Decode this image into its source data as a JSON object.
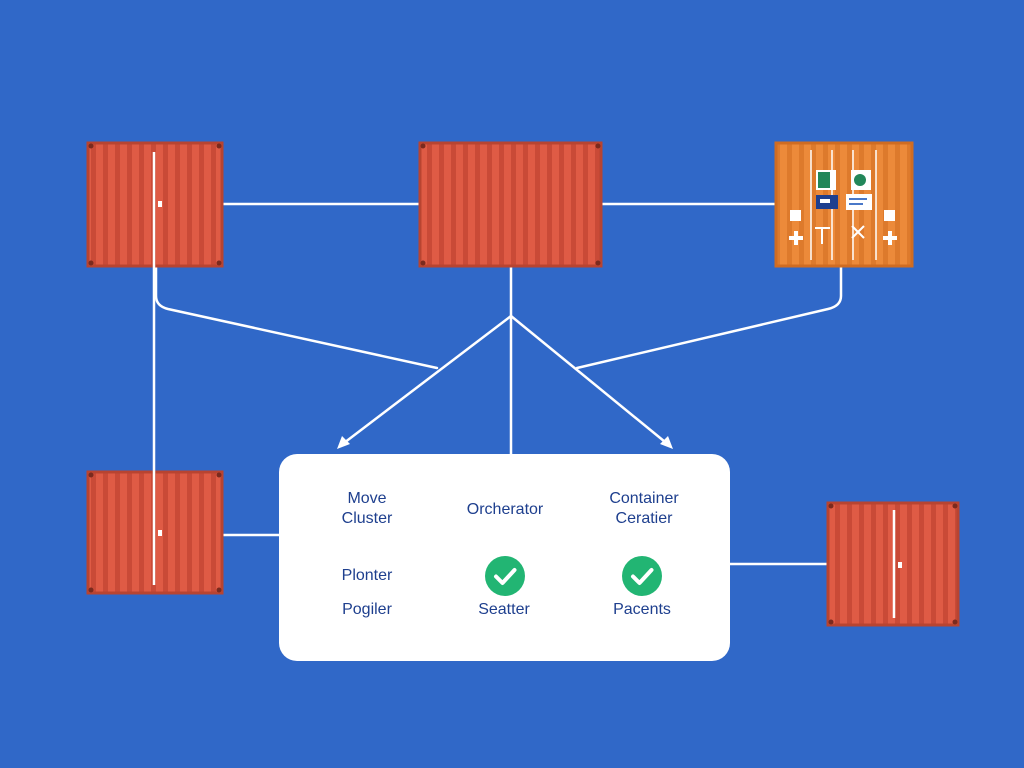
{
  "colors": {
    "background": "#3068c8",
    "container_red": "#df5b45",
    "container_orange": "#ec8a3a",
    "connector": "#ffffff",
    "panel": "#ffffff",
    "label_text": "#1e3f8e",
    "check_green": "#22b573"
  },
  "panel": {
    "col1_top": "Move",
    "col1_bottom": "Cluster",
    "col2_title": "Orcherator",
    "col3_top": "Container",
    "col3_bottom": "Ceratier",
    "row2_col1": "Plonter",
    "row3_col1": "Pogiler",
    "row3_col2": "Seatter",
    "row3_col3": "Pacents"
  },
  "icons": {
    "status_check_2": "check-circle-icon",
    "status_check_3": "check-circle-icon"
  }
}
